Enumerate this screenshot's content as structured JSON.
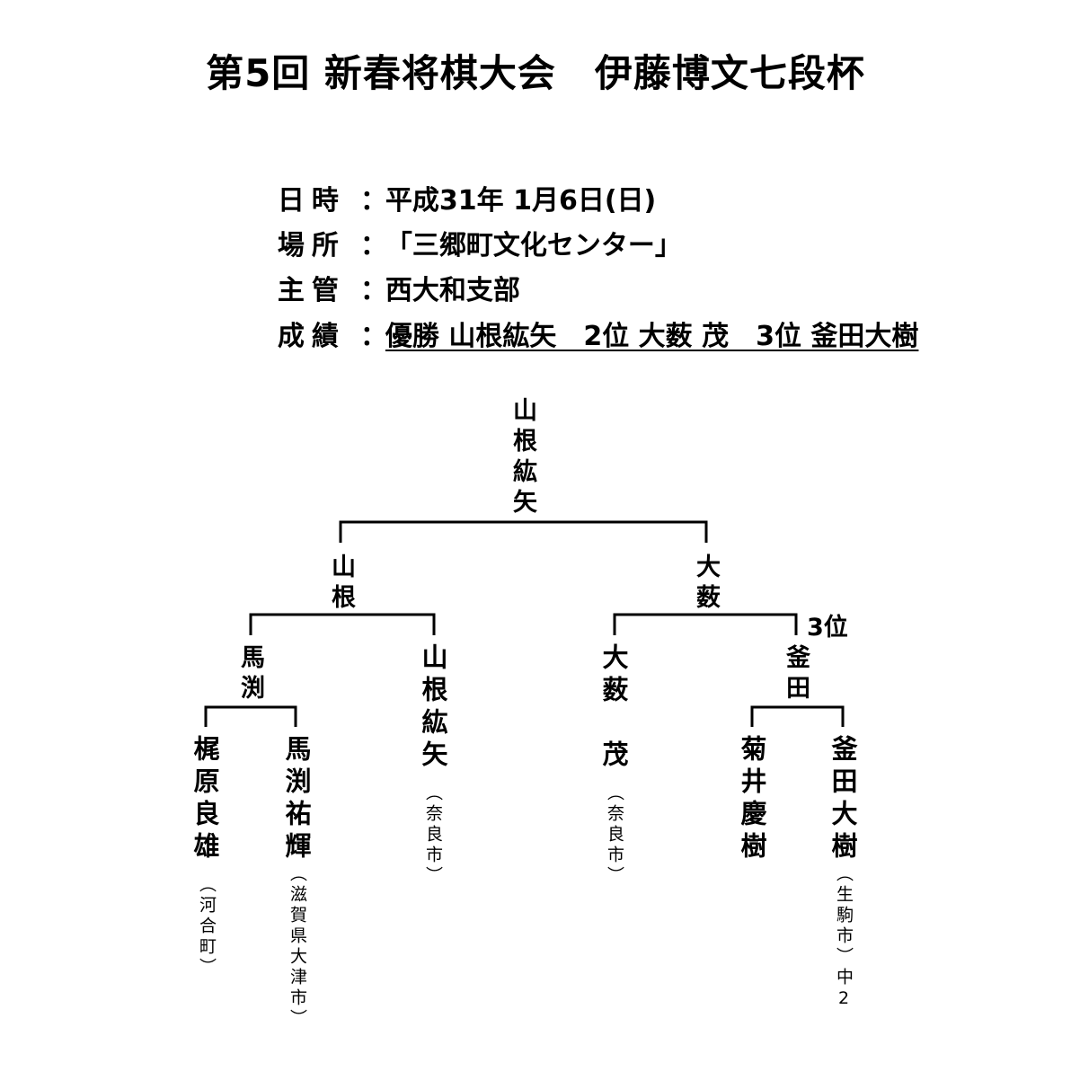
{
  "title": "第5回 新春将棋大会　伊藤博文七段杯",
  "info": [
    {
      "label": "日時",
      "sep": "：",
      "value": "平成31年 1月6日(日)"
    },
    {
      "label": "場所",
      "sep": "：",
      "value": "「三郷町文化センター」"
    },
    {
      "label": "主管",
      "sep": "：",
      "value": "西大和支部"
    },
    {
      "label": "成績",
      "sep": "：",
      "value": "優勝 山根紘矢　2位 大薮 茂　3位 釜田大樹"
    }
  ],
  "bracket": {
    "champion": "山根紘矢",
    "semifinal_winners": {
      "left": "山根",
      "right": "大薮"
    },
    "quarterfinal_winners": {
      "left": "馬渕",
      "right": "釜田"
    },
    "third_place_label": "3位",
    "players": [
      {
        "name": "梶原良雄",
        "affiliation": "（河合町）"
      },
      {
        "name": "馬渕祐輝",
        "affiliation": "（滋賀県大津市）"
      },
      {
        "name": "山根紘矢",
        "affiliation": "（奈良市）"
      },
      {
        "name": "大薮　茂",
        "affiliation": "（奈良市）"
      },
      {
        "name": "菊井慶樹",
        "affiliation": ""
      },
      {
        "name": "釜田大樹",
        "affiliation": "（生駒市）中2"
      }
    ]
  }
}
